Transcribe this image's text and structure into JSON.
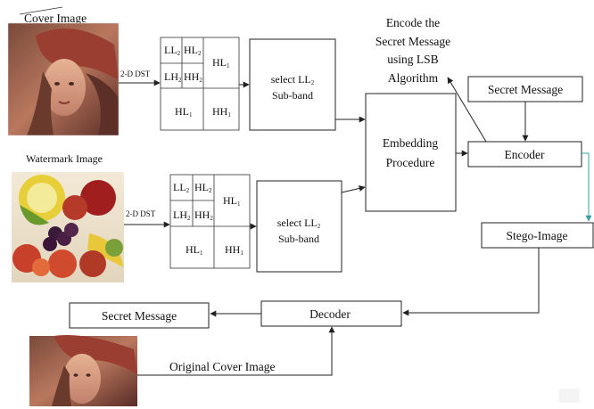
{
  "images": {
    "cover": {
      "label": "Cover Image"
    },
    "watermark": {
      "label": "Watermark Image"
    },
    "original": {
      "label": "Original  Cover Image"
    }
  },
  "transforms": {
    "top": {
      "label": "2-D DST"
    },
    "bottom": {
      "label": "2-D DST"
    }
  },
  "subbands": {
    "top": {
      "LL2": "LL",
      "HL2": "HL",
      "LH2": "LH",
      "HH2": "HH",
      "HL1": "HL",
      "LH1": "HL",
      "HH1": "HH",
      "level2": "2",
      "level1": "1"
    },
    "bottom": {
      "LL2": "LL",
      "HL2": "HL",
      "LH2": "LH",
      "HH2": "HH",
      "HL1": "HL",
      "LH1": "HL",
      "HH1": "HH",
      "level2": "2",
      "level1": "1"
    }
  },
  "blocks": {
    "select_top": {
      "line1": "select LL",
      "sub": "2",
      "line2": "Sub-band"
    },
    "select_bottom": {
      "line1": "select LL",
      "sub": "2",
      "line2": "Sub-band"
    },
    "embedding": {
      "line1": "Embedding",
      "line2": "Procedure"
    },
    "secret_in": {
      "label": "Secret Message"
    },
    "encoder": {
      "label": "Encoder"
    },
    "stego": {
      "label": "Stego-Image"
    },
    "decoder": {
      "label": "Decoder"
    },
    "secret_out": {
      "label": "Secret Message"
    }
  },
  "annotation": {
    "lines": [
      "Encode the",
      "Secret Message",
      "using LSB",
      "Algorithm"
    ]
  },
  "colors": {
    "encoder_to_stego_arrow": "#3aa0a8",
    "cover_skin": "#c98c6c",
    "cover_hat": "#b24b3a",
    "cover_bg": "#8c5a48"
  }
}
